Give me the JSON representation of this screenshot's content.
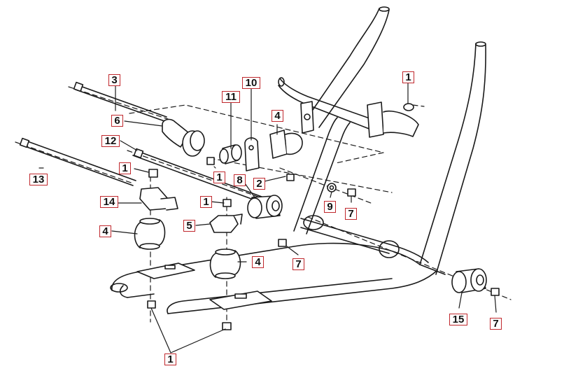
{
  "diagram": {
    "colors": {
      "line": "#1a1a1a",
      "callout_border": "#c0282d",
      "part_fill": "#ffffff",
      "part_shade": "#d8d8d8"
    },
    "callouts": [
      {
        "id": "c3",
        "label": "3"
      },
      {
        "id": "c11",
        "label": "11"
      },
      {
        "id": "c10",
        "label": "10"
      },
      {
        "id": "c1a",
        "label": "1"
      },
      {
        "id": "c6",
        "label": "6"
      },
      {
        "id": "c4a",
        "label": "4"
      },
      {
        "id": "c12",
        "label": "12"
      },
      {
        "id": "c1b",
        "label": "1"
      },
      {
        "id": "c1c",
        "label": "1"
      },
      {
        "id": "c8",
        "label": "8"
      },
      {
        "id": "c2",
        "label": "2"
      },
      {
        "id": "c13",
        "label": "13"
      },
      {
        "id": "c9",
        "label": "9"
      },
      {
        "id": "c7a",
        "label": "7"
      },
      {
        "id": "c14",
        "label": "14"
      },
      {
        "id": "c1d",
        "label": "1"
      },
      {
        "id": "c4b",
        "label": "4"
      },
      {
        "id": "c5",
        "label": "5"
      },
      {
        "id": "c7b",
        "label": "7"
      },
      {
        "id": "c4c",
        "label": "4"
      },
      {
        "id": "c15",
        "label": "15"
      },
      {
        "id": "c7c",
        "label": "7"
      },
      {
        "id": "c1e",
        "label": "1"
      }
    ]
  }
}
